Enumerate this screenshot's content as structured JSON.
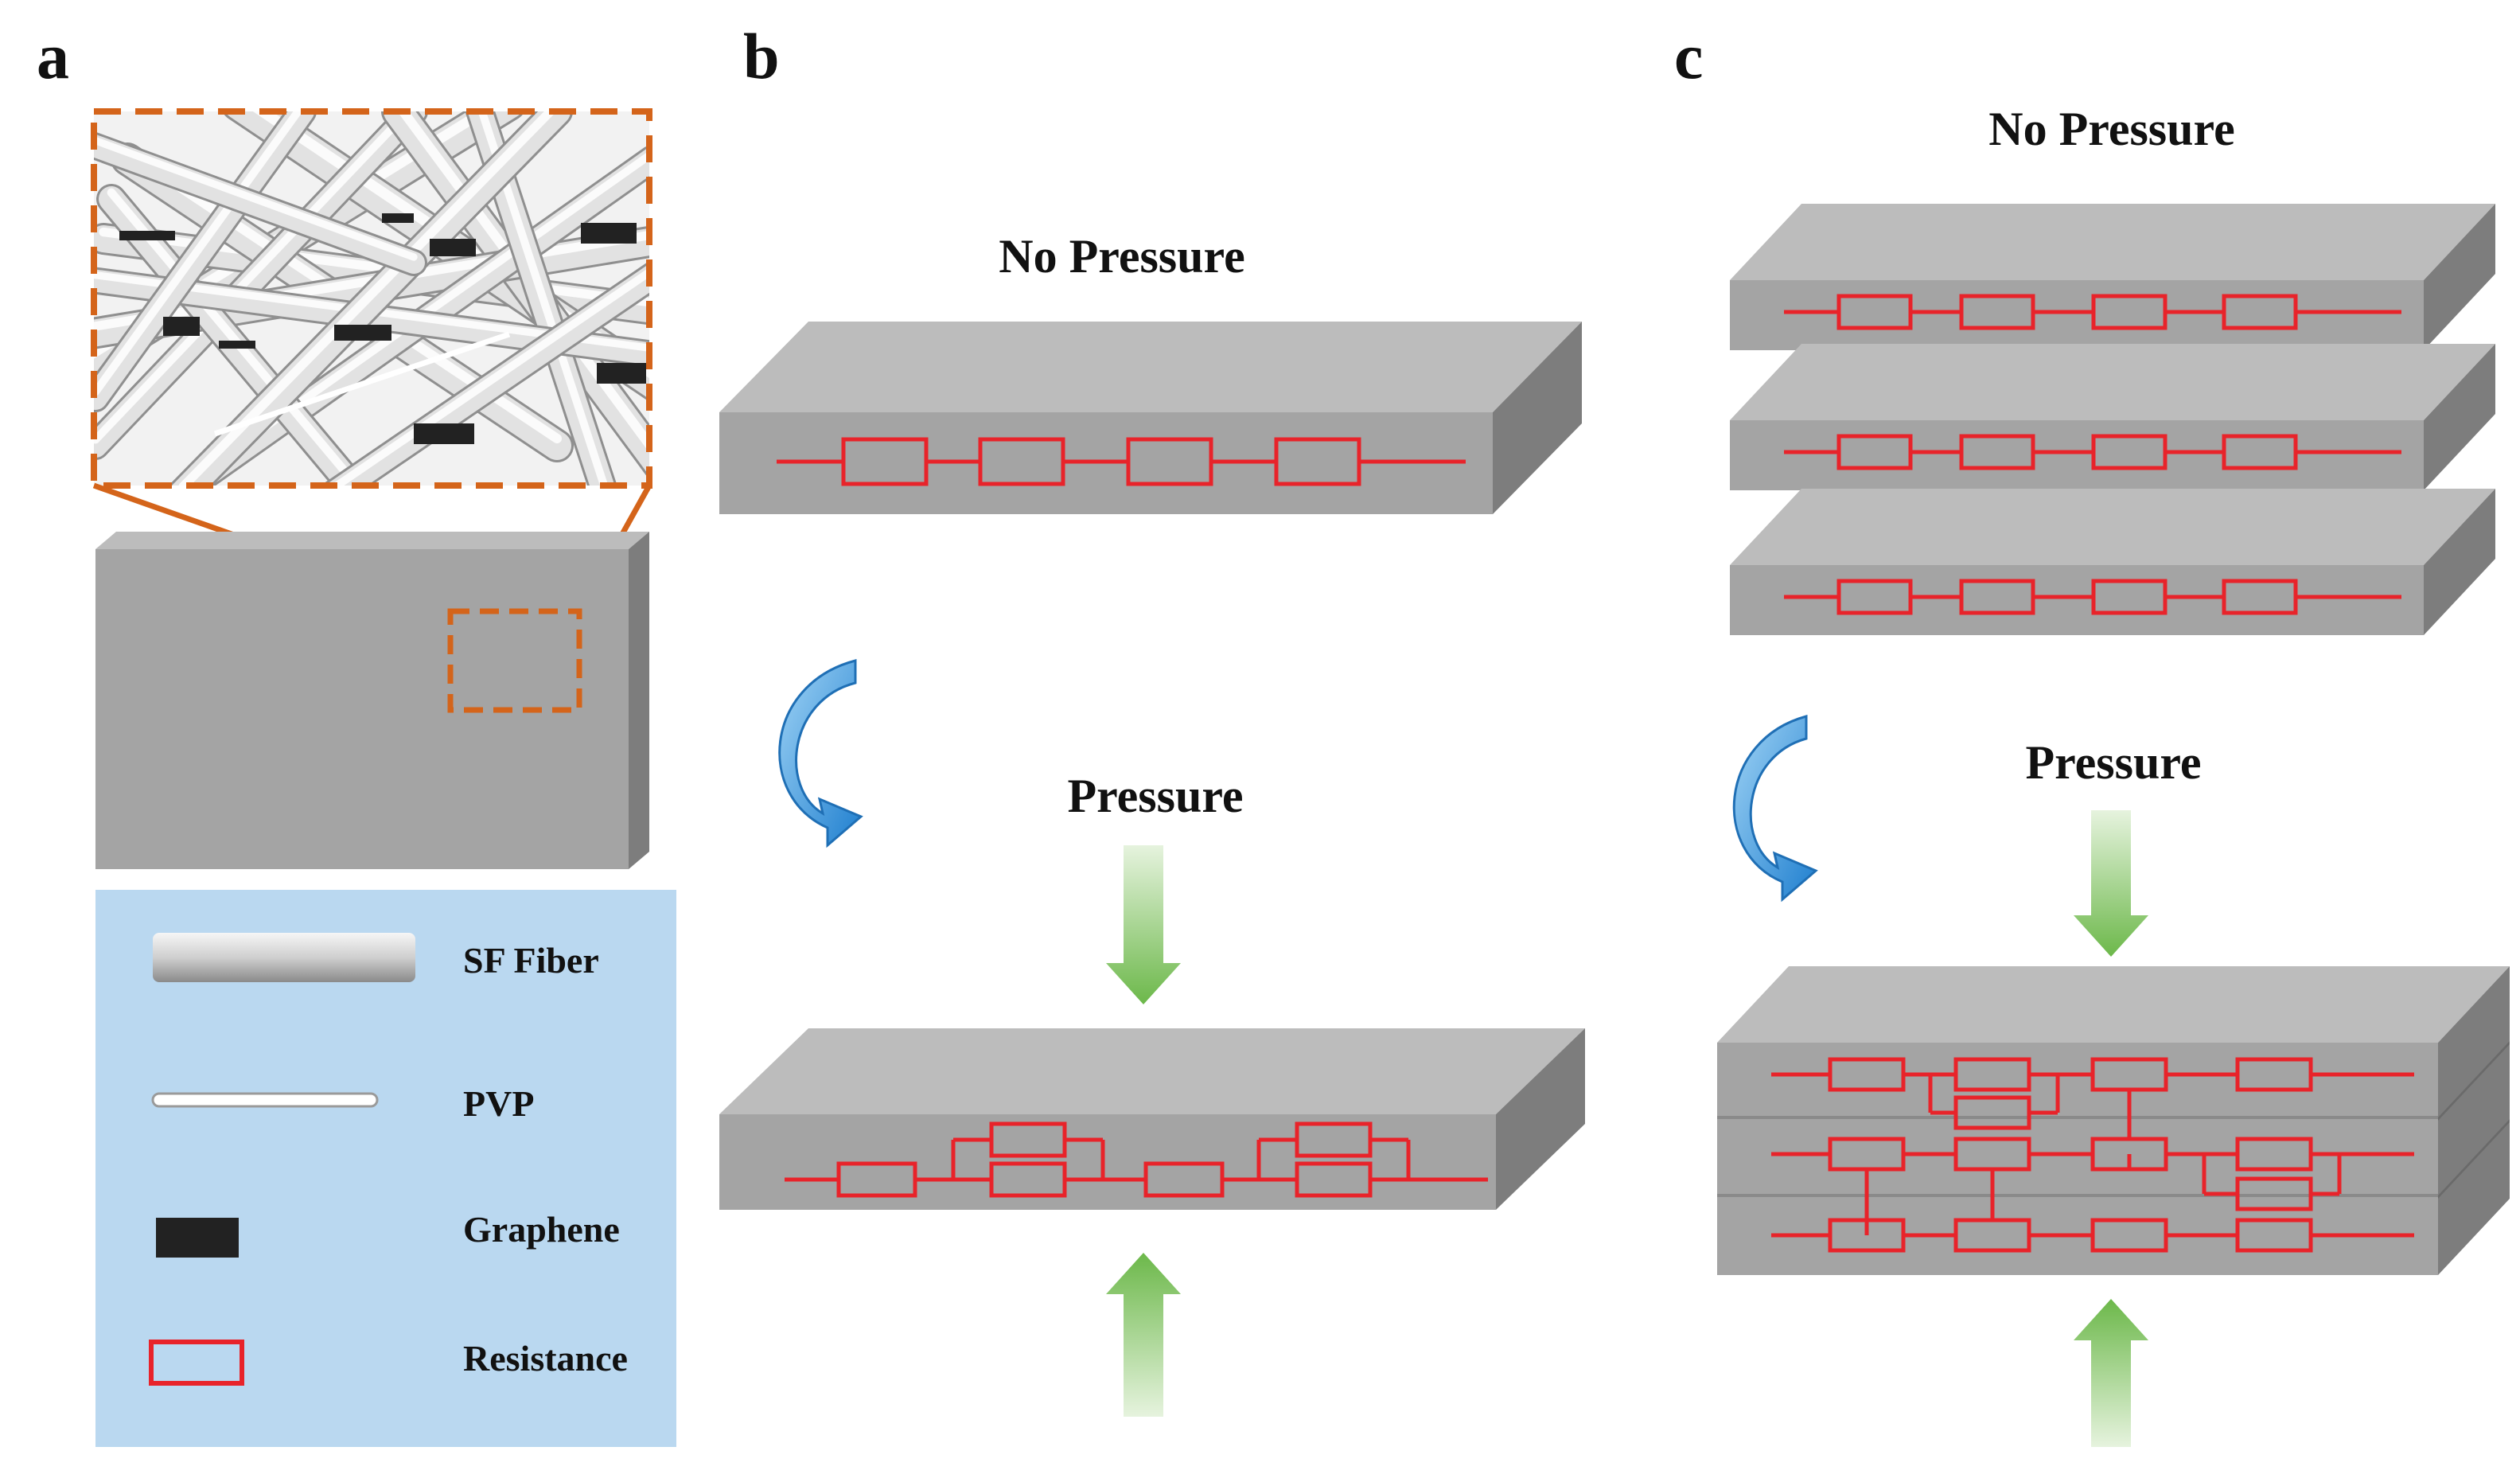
{
  "panels": {
    "a": {
      "label": "a"
    },
    "b": {
      "label": "b",
      "state_top": "No Pressure",
      "state_bottom": "Pressure"
    },
    "c": {
      "label": "c",
      "state_top": "No Pressure",
      "state_bottom": "Pressure"
    }
  },
  "legend": {
    "items": [
      {
        "key": "sf_fiber",
        "label": "SF Fiber"
      },
      {
        "key": "pvp",
        "label": "PVP"
      },
      {
        "key": "graphene",
        "label": "Graphene"
      },
      {
        "key": "resistance",
        "label": "Resistance"
      }
    ]
  },
  "colors": {
    "slab_front": "#a4a4a4",
    "slab_top": "#bcbcbc",
    "slab_side": "#7d7d7d",
    "resistor": "#e8232a",
    "zoom_outline": "#d4641a",
    "legend_bg": "#bad8f0",
    "graphene": "#222222",
    "arrow_green": "#6cb84a",
    "arrow_blue": "#2a8fd6"
  }
}
